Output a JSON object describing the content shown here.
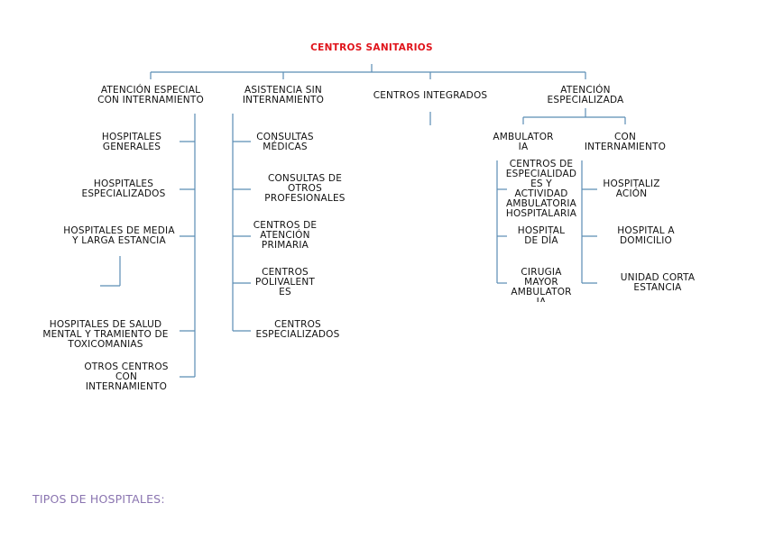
{
  "title": "CENTROS SANITARIOS",
  "colors": {
    "title": "#e0141b",
    "connector": "#5b8db5",
    "text": "#111111",
    "footer": "#8a74b0"
  },
  "categories": {
    "especial": "ATENCIÓN ESPECIAL\nCON INTERNAMIENTO",
    "asistencia": "ASISTENCIA SIN\nINTERNAMIENTO",
    "integrados": "CENTROS INTEGRADOS",
    "especializada": "ATENCIÓN\nESPECIALIZADA"
  },
  "especial_items": [
    "HOSPITALES\nGENERALES",
    "HOSPITALES\nESPECIALIZADOS",
    "HOSPITALES DE MEDIA\nY LARGA ESTANCIA",
    "HOSPITALES DE SALUD\nMENTAL Y TRAMIENTO DE\nTOXICOMANIAS",
    "OTROS CENTROS\nCON\nINTERNAMIENTO"
  ],
  "asistencia_items": [
    "CONSULTAS\nMÉDICAS",
    "CONSULTAS DE\nOTROS\nPROFESIONALES",
    "CENTROS DE\nATENCIÓN\nPRIMARIA",
    "CENTROS\nPOLIVALENT\nES",
    "CENTROS\nESPECIALIZADOS"
  ],
  "especializada_sub": {
    "ambulatoria": "AMBULATOR\nIA",
    "internamiento": "CON\nINTERNAMIENTO"
  },
  "ambulatoria_items": [
    "CENTROS DE\nESPECIALIDAD\nES Y\nACTIVIDAD\nAMBULATORIA\nHOSPITALARIA",
    "HOSPITAL\nDE DÍA",
    "CIRUGIA\nMAYOR\nAMBULATOR\nIA"
  ],
  "internamiento_items": [
    "HOSPITALIZ\nACIÓN",
    "HOSPITAL A\nDOMICILIO",
    "UNIDAD CORTA\nESTANCIA"
  ],
  "footer": "TIPOS DE HOSPITALES:"
}
